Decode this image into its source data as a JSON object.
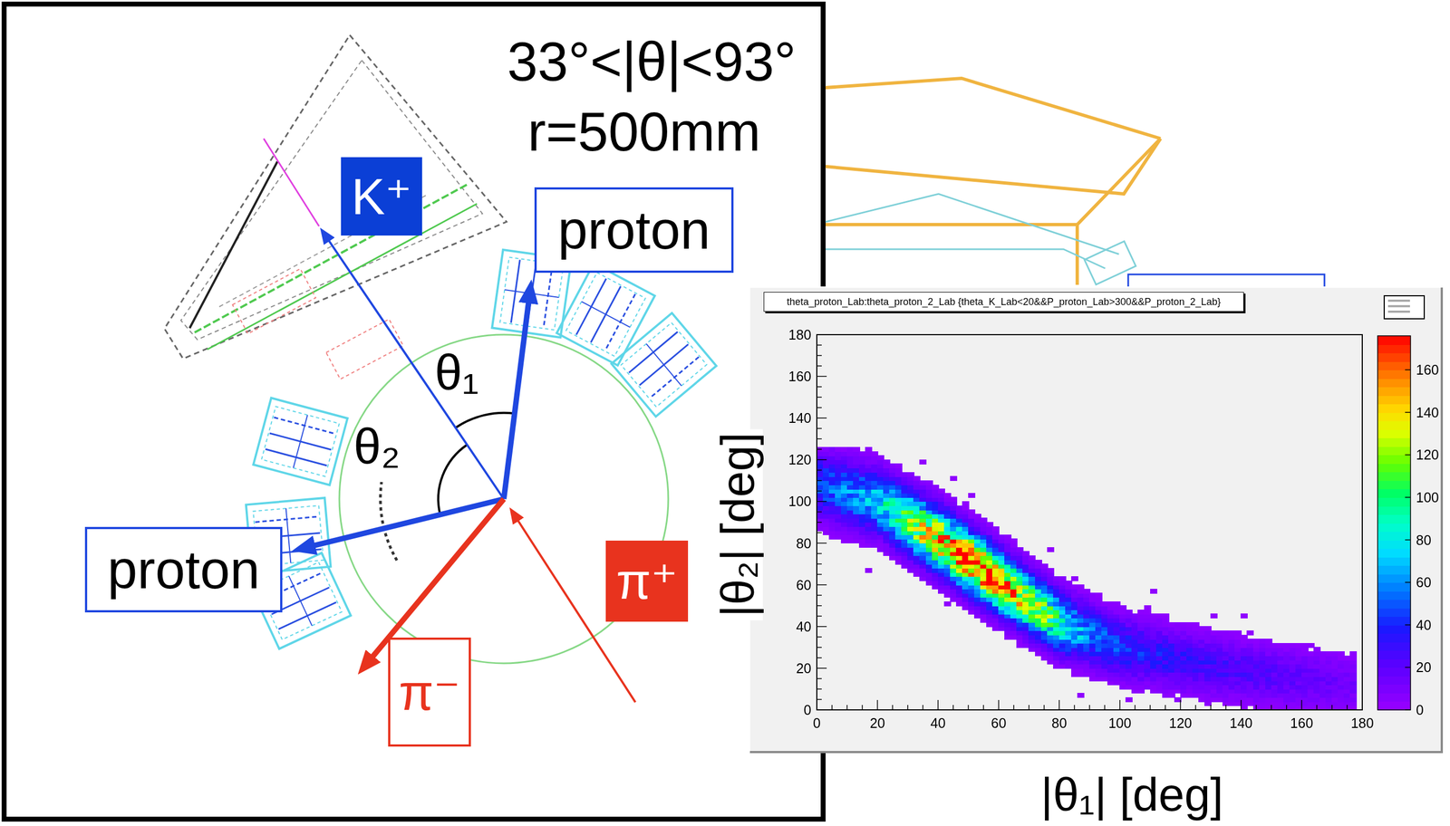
{
  "diagram": {
    "nodes": [
      {
        "text": [
          "K⁺"
        ]
      },
      {
        "text": [
          "proton"
        ]
      },
      {
        "text": [
          "theta_proton_Lab:theta_proton_2_Lab {theta_K_Lab<20&&P_proton_Lab>300&&P_proton_2_Lab}"
        ]
      },
      {
        "text": [
          "proton"
        ]
      },
      {
        "text": [
          "π⁺"
        ]
      },
      {
        "text": [
          "π⁻"
        ]
      }
    ],
    "labels": [
      "33°<|θ|<93°",
      "r=500mm",
      "θ₁",
      "θ₂",
      "180",
      "160",
      "140",
      "120",
      "100",
      "80",
      "60",
      "40",
      "20",
      "0",
      "160",
      "140",
      "120",
      "100",
      "80",
      "60",
      "40",
      "20",
      "0",
      "0",
      "20",
      "40",
      "60",
      "80",
      "100",
      "120",
      "140",
      "160",
      "180",
      "|θ₂| [deg]",
      "|θ₁| [deg]"
    ]
  }
}
